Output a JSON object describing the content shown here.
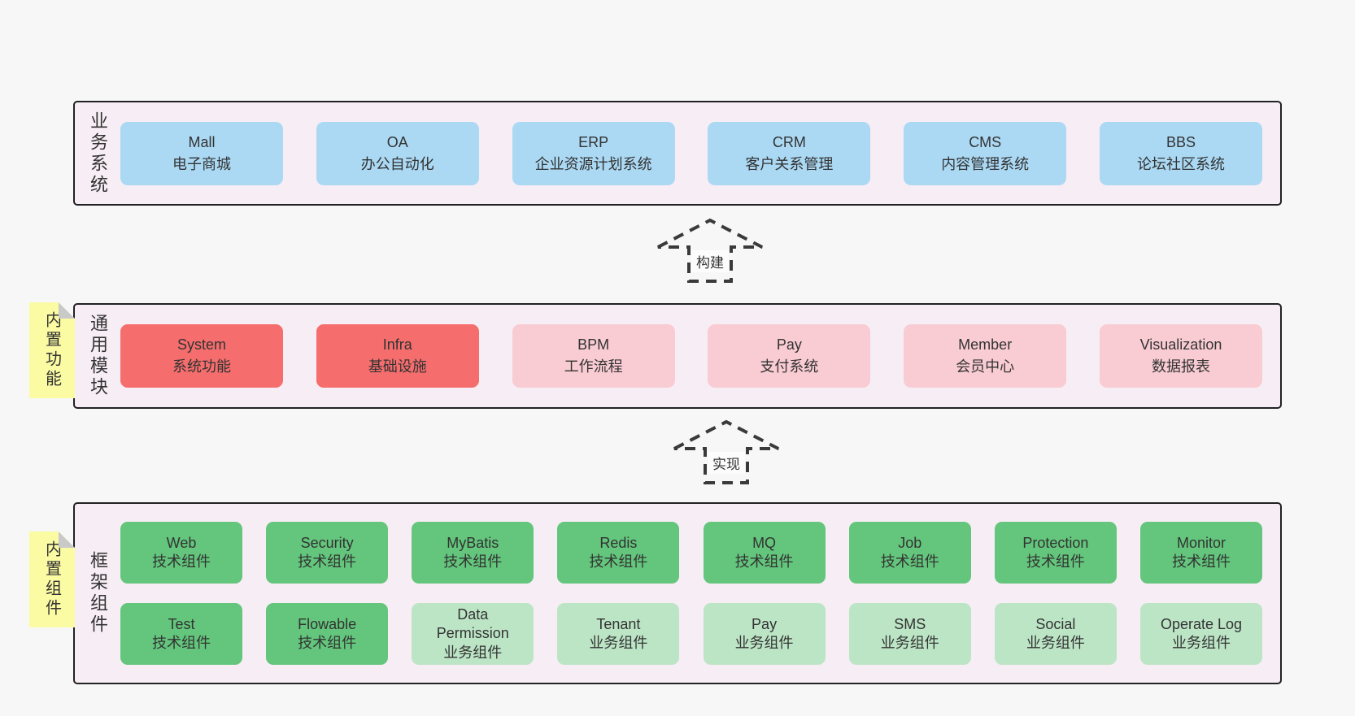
{
  "colors": {
    "bg": "#f7f7f7",
    "panel": "#f7edf5",
    "panelBorder": "#222222",
    "text": "#333333",
    "blue": "#abd9f4",
    "red": "#f56d6d",
    "pink": "#f9ccd3",
    "green": "#63c67c",
    "lightgreen": "#bce5c6",
    "tagbg": "#fbfba3",
    "fold": "#c9c9c9",
    "labelbg": "#fcfcfc",
    "arrow": "#3a3a3a"
  },
  "arrows": [
    {
      "label": "构建"
    },
    {
      "label": "实现"
    }
  ],
  "layers": [
    {
      "title": "业务系统",
      "boxes": [
        {
          "name": "Mall",
          "desc": "电子商城",
          "color": "blue"
        },
        {
          "name": "OA",
          "desc": "办公自动化",
          "color": "blue"
        },
        {
          "name": "ERP",
          "desc": "企业资源计划系统",
          "color": "blue"
        },
        {
          "name": "CRM",
          "desc": "客户关系管理",
          "color": "blue"
        },
        {
          "name": "CMS",
          "desc": "内容管理系统",
          "color": "blue"
        },
        {
          "name": "BBS",
          "desc": "论坛社区系统",
          "color": "blue"
        }
      ]
    },
    {
      "title": "通用模块",
      "tag": "内置功能",
      "boxes": [
        {
          "name": "System",
          "desc": "系统功能",
          "color": "red"
        },
        {
          "name": "Infra",
          "desc": "基础设施",
          "color": "red"
        },
        {
          "name": "BPM",
          "desc": "工作流程",
          "color": "pink"
        },
        {
          "name": "Pay",
          "desc": "支付系统",
          "color": "pink"
        },
        {
          "name": "Member",
          "desc": "会员中心",
          "color": "pink"
        },
        {
          "name": "Visualization",
          "desc": "数据报表",
          "color": "pink"
        }
      ]
    },
    {
      "title": "框架组件",
      "tag": "内置组件",
      "rows": [
        [
          {
            "name": "Web",
            "desc": "技术组件",
            "color": "green"
          },
          {
            "name": "Security",
            "desc": "技术组件",
            "color": "green"
          },
          {
            "name": "MyBatis",
            "desc": "技术组件",
            "color": "green"
          },
          {
            "name": "Redis",
            "desc": "技术组件",
            "color": "green"
          },
          {
            "name": "MQ",
            "desc": "技术组件",
            "color": "green"
          },
          {
            "name": "Job",
            "desc": "技术组件",
            "color": "green"
          },
          {
            "name": "Protection",
            "desc": "技术组件",
            "color": "green"
          },
          {
            "name": "Monitor",
            "desc": "技术组件",
            "color": "green"
          }
        ],
        [
          {
            "name": "Test",
            "desc": "技术组件",
            "color": "green"
          },
          {
            "name": "Flowable",
            "desc": "技术组件",
            "color": "green"
          },
          {
            "name": "Data Permission",
            "desc": "业务组件",
            "color": "lightgreen"
          },
          {
            "name": "Tenant",
            "desc": "业务组件",
            "color": "lightgreen"
          },
          {
            "name": "Pay",
            "desc": "业务组件",
            "color": "lightgreen"
          },
          {
            "name": "SMS",
            "desc": "业务组件",
            "color": "lightgreen"
          },
          {
            "name": "Social",
            "desc": "业务组件",
            "color": "lightgreen"
          },
          {
            "name": "Operate Log",
            "desc": "业务组件",
            "color": "lightgreen"
          }
        ]
      ]
    }
  ]
}
